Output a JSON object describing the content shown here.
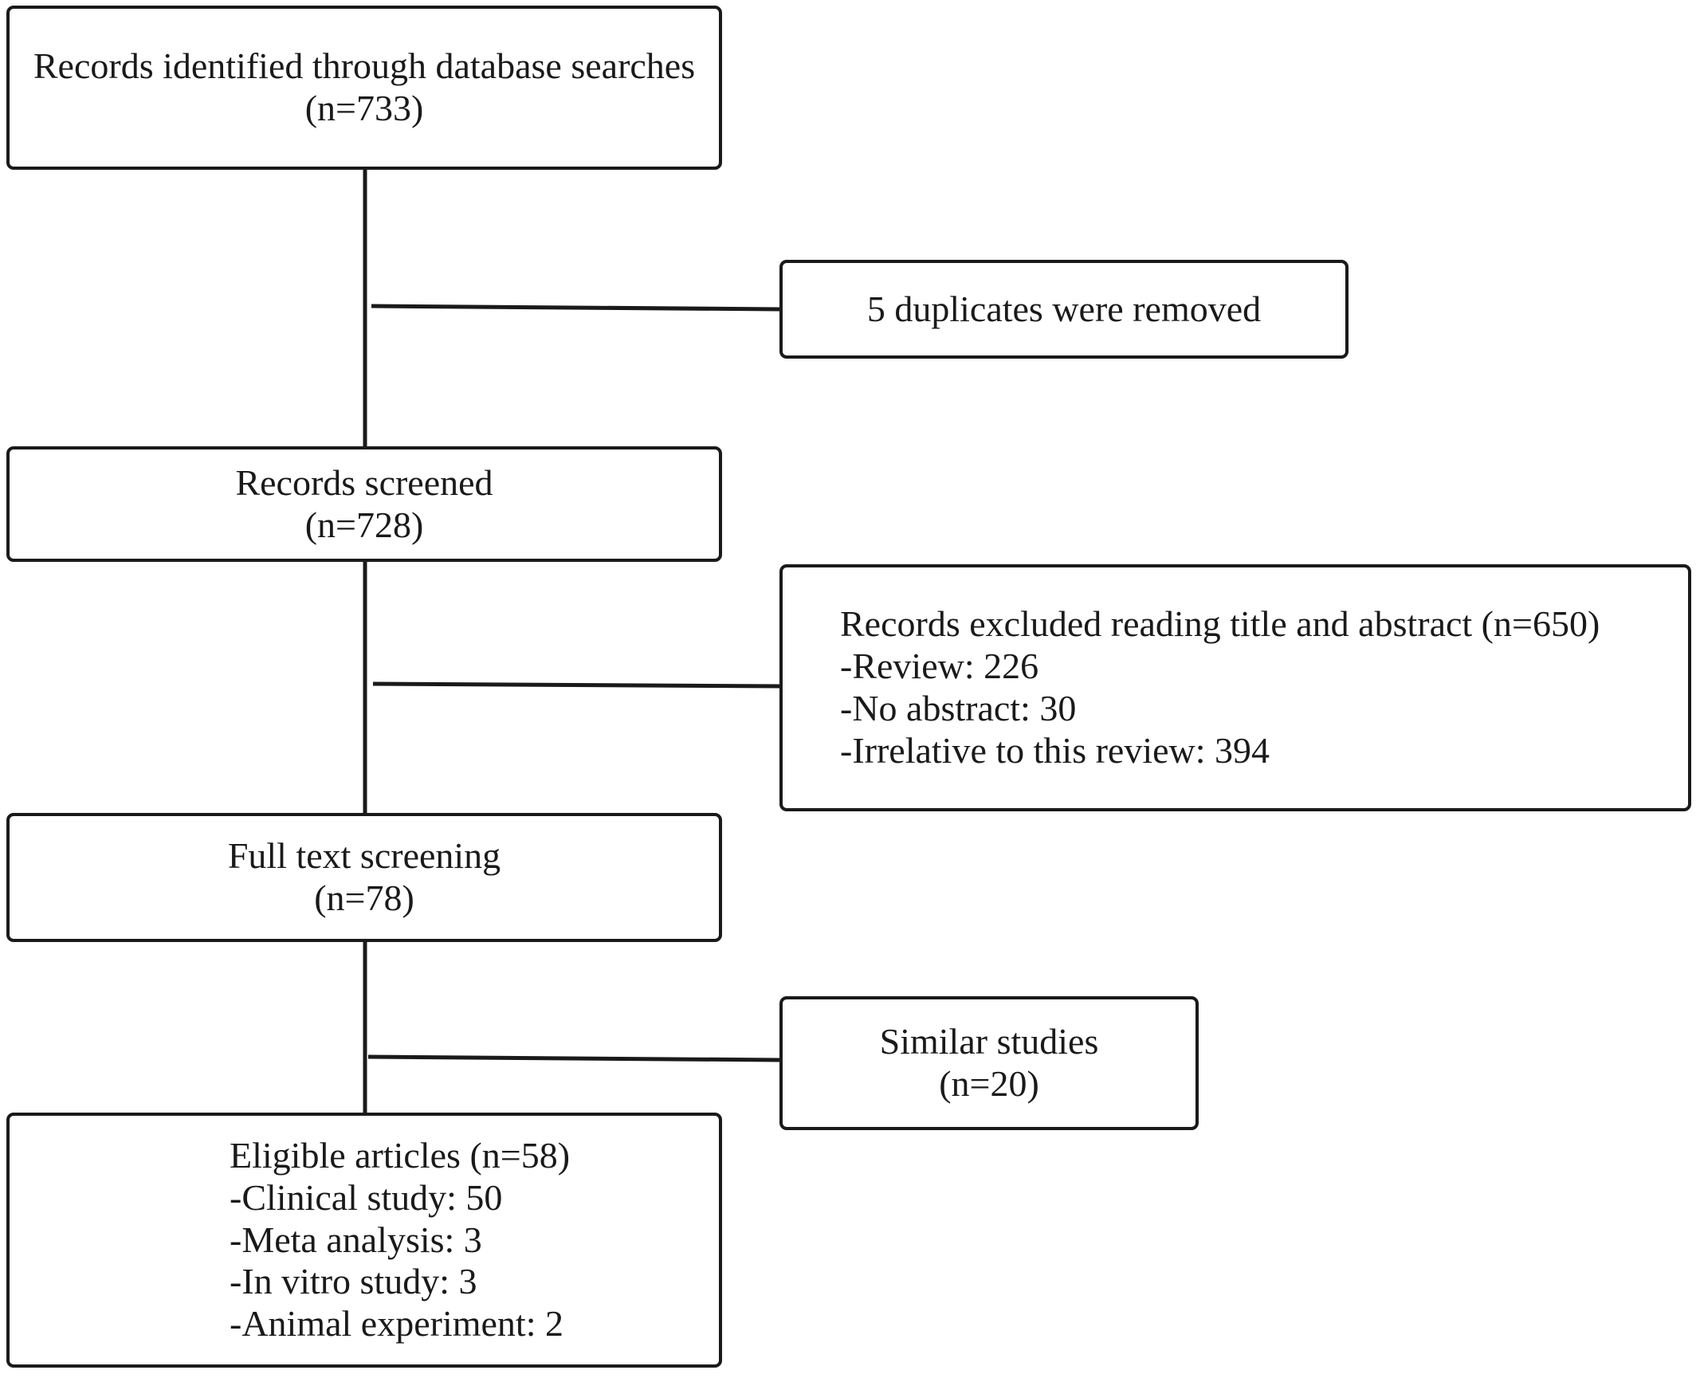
{
  "flow": {
    "identified": {
      "lines": [
        "Records identified through database searches",
        "(n=733)"
      ]
    },
    "duplicates": {
      "lines": [
        "5 duplicates were removed"
      ]
    },
    "screened": {
      "lines": [
        "Records screened",
        "(n=728)"
      ]
    },
    "excluded": {
      "lines": [
        "Records excluded reading title and abstract (n=650)",
        "-Review: 226",
        "-No abstract: 30",
        "-Irrelative to this review: 394"
      ]
    },
    "fulltext": {
      "lines": [
        "Full text screening",
        "(n=78)"
      ]
    },
    "similar": {
      "lines": [
        "Similar studies",
        "(n=20)"
      ]
    },
    "eligible": {
      "lines": [
        "Eligible articles (n=58)",
        "-Clinical study: 50",
        "-Meta analysis: 3",
        "-In vitro study: 3",
        "-Animal experiment: 2"
      ]
    }
  },
  "colors": {
    "stroke": "#1a1a1a",
    "background": "#ffffff"
  }
}
